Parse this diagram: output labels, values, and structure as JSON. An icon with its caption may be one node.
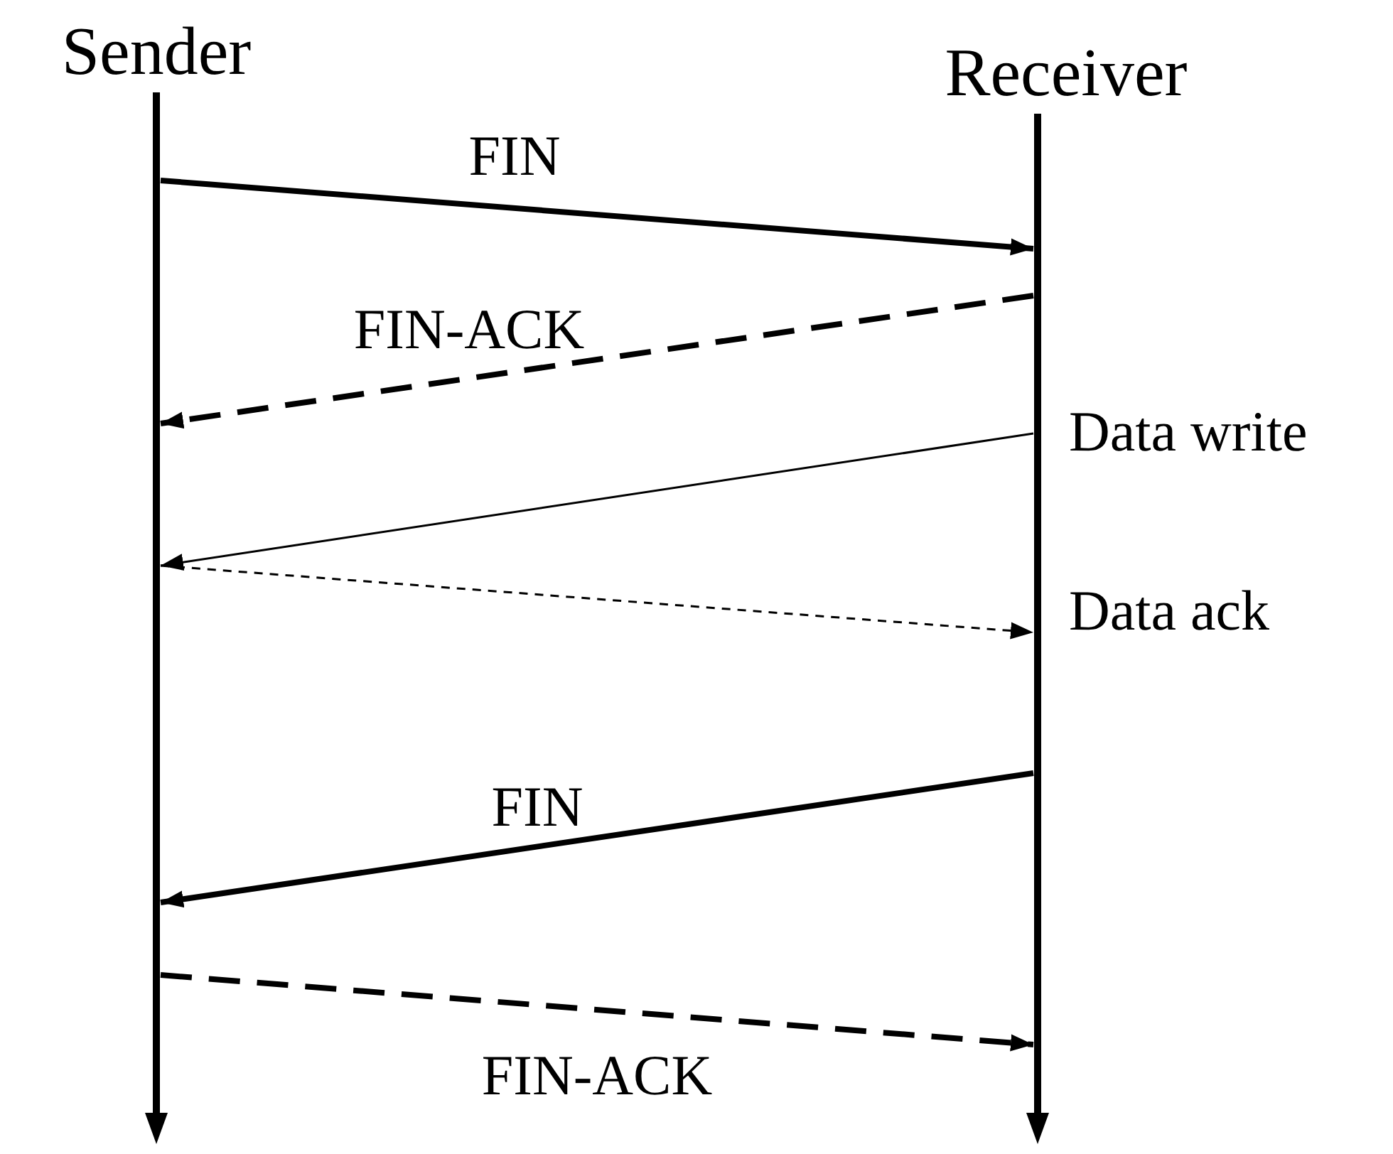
{
  "diagram": {
    "nodes": [
      {
        "text": [
          "Sender"
        ]
      },
      {
        "text": [
          "Receiver"
        ]
      }
    ],
    "edges": [
      {
        "from": 0,
        "to": 1,
        "arrow": "to",
        "label": "FIN"
      },
      {
        "from": 1,
        "to": 0,
        "arrow": "to",
        "label": "FIN-ACK",
        "style": "dashed"
      },
      {
        "from": 1,
        "to": 0,
        "arrow": "to",
        "label": "Data write"
      },
      {
        "from": 0,
        "to": 1,
        "arrow": "to",
        "label": "Data ack",
        "style": "dashed"
      },
      {
        "from": 1,
        "to": 0,
        "arrow": "to",
        "label": "FIN"
      },
      {
        "from": 0,
        "to": 1,
        "arrow": "to",
        "label": "FIN-ACK",
        "style": "dashed"
      }
    ]
  }
}
